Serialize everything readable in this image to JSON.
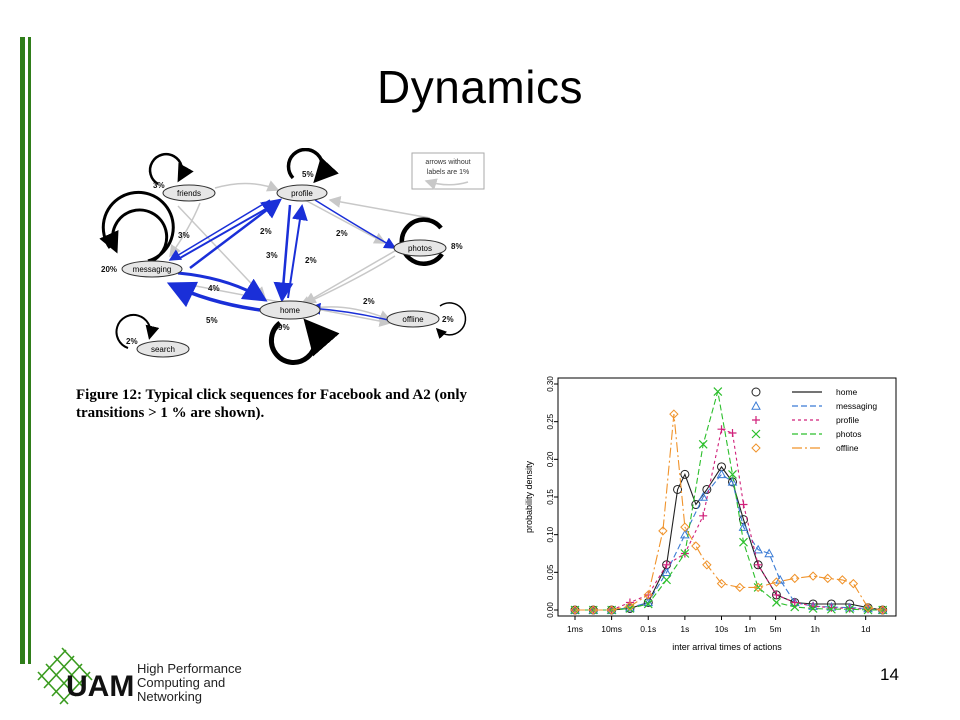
{
  "slide": {
    "title": "Dynamics",
    "page_number": "14",
    "caption": "Figure 12:  Typical click sequences for Facebook and A2 (only transitions > 1 % are shown).",
    "accent_color": "#2f7d1a"
  },
  "graph": {
    "note_line1": "arrows without",
    "note_line2": "labels are 1%",
    "nodes": {
      "friends": "friends",
      "profile": "profile",
      "messaging": "messaging",
      "photos": "photos",
      "home": "home",
      "offline": "offline",
      "search": "search"
    },
    "labels": {
      "friends_self": "3%",
      "profile_self": "5%",
      "messaging_self": "20%",
      "photos_self": "8%",
      "home_self": "9%",
      "offline_self": "2%",
      "search_self": "2%",
      "friends_messaging": "3%",
      "messaging_profile": "2%",
      "home_profile_a": "3%",
      "home_profile_b": "2%",
      "profile_photos": "2%",
      "messaging_home": "4%",
      "home_messaging": "5%",
      "offline_home": "2%"
    },
    "edge_colors": {
      "blue": "#1a2fd8",
      "grey": "#c8c8c8",
      "self": "#000000"
    }
  },
  "chart_data": {
    "type": "line",
    "xlabel": "inter arrival times of actions",
    "ylabel": "probability density",
    "x_tick_labels": [
      "1ms",
      "10ms",
      "0.1s",
      "1s",
      "10s",
      "1m",
      "5m",
      "1h",
      "1d"
    ],
    "x_tick_log10_seconds": [
      -3,
      -2,
      -1,
      0,
      1,
      1.778,
      2.477,
      3.556,
      4.936
    ],
    "xlim_log10_seconds": [
      -3.3,
      5.6
    ],
    "ylim": [
      0,
      0.3
    ],
    "y_ticks": [
      0.0,
      0.05,
      0.1,
      0.15,
      0.2,
      0.25,
      0.3
    ],
    "y_tick_labels": [
      "0.00",
      "0.05",
      "0.10",
      "0.15",
      "0.20",
      "0.25",
      "0.30"
    ],
    "legend_position": "top-right",
    "series": [
      {
        "name": "home",
        "color": "#222222",
        "dash": "",
        "marker": "circle",
        "x": [
          -3,
          -2.5,
          -2,
          -1.5,
          -1,
          -0.5,
          -0.2,
          0,
          0.3,
          0.6,
          1,
          1.3,
          1.6,
          2,
          2.5,
          3,
          3.5,
          4,
          4.5,
          5,
          5.4
        ],
        "y": [
          0,
          0,
          0,
          0.002,
          0.01,
          0.06,
          0.16,
          0.18,
          0.14,
          0.16,
          0.19,
          0.17,
          0.12,
          0.06,
          0.02,
          0.01,
          0.008,
          0.008,
          0.008,
          0.003,
          0
        ]
      },
      {
        "name": "messaging",
        "color": "#3a7bd5",
        "dash": "6,3",
        "marker": "triangle",
        "x": [
          -3,
          -2.5,
          -2,
          -1.5,
          -1,
          -0.5,
          0,
          0.5,
          1,
          1.3,
          1.6,
          2,
          2.3,
          2.6,
          3,
          3.5,
          4,
          4.5,
          5,
          5.4
        ],
        "y": [
          0,
          0,
          0,
          0.003,
          0.01,
          0.05,
          0.1,
          0.15,
          0.18,
          0.17,
          0.11,
          0.08,
          0.075,
          0.04,
          0.01,
          0.005,
          0.004,
          0.003,
          0.002,
          0
        ]
      },
      {
        "name": "profile",
        "color": "#d0207a",
        "dash": "3,3",
        "marker": "plus",
        "x": [
          -3,
          -2.5,
          -2,
          -1.5,
          -1,
          -0.5,
          0,
          0.5,
          1,
          1.3,
          1.6,
          2,
          2.5,
          3,
          3.5,
          4,
          4.5,
          5,
          5.4
        ],
        "y": [
          0,
          0,
          0,
          0.01,
          0.02,
          0.06,
          0.075,
          0.125,
          0.24,
          0.235,
          0.14,
          0.06,
          0.02,
          0.01,
          0.005,
          0.003,
          0.002,
          0.001,
          0
        ]
      },
      {
        "name": "photos",
        "color": "#2cbf2c",
        "dash": "6,3",
        "marker": "x",
        "x": [
          -3,
          -2.5,
          -2,
          -1.5,
          -1,
          -0.5,
          0,
          0.5,
          0.9,
          1.3,
          1.6,
          2,
          2.5,
          3,
          3.5,
          4,
          4.5,
          5,
          5.4
        ],
        "y": [
          0,
          0,
          0,
          0.002,
          0.008,
          0.04,
          0.075,
          0.22,
          0.29,
          0.18,
          0.09,
          0.03,
          0.01,
          0.004,
          0.002,
          0.001,
          0.001,
          0,
          0
        ]
      },
      {
        "name": "offline",
        "color": "#f0932b",
        "dash": "10,3,2,3",
        "marker": "diamond",
        "x": [
          -3,
          -2.5,
          -2,
          -1.5,
          -1,
          -0.6,
          -0.3,
          0,
          0.3,
          0.6,
          1,
          1.5,
          2,
          2.5,
          3,
          3.5,
          3.9,
          4.3,
          4.6,
          5,
          5.4
        ],
        "y": [
          0,
          0,
          0,
          0.005,
          0.02,
          0.105,
          0.26,
          0.11,
          0.085,
          0.06,
          0.035,
          0.03,
          0.03,
          0.037,
          0.042,
          0.045,
          0.042,
          0.04,
          0.035,
          0.003,
          0
        ]
      }
    ]
  },
  "logo": {
    "mark": "UAM",
    "line1": "High Performance",
    "line2": "Computing and",
    "line3": "Networking"
  }
}
